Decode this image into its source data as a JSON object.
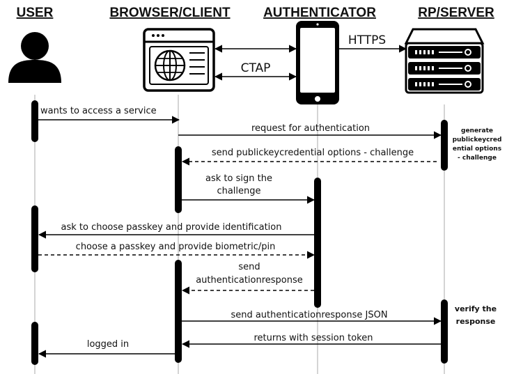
{
  "headers": {
    "user": "USER",
    "browser": "BROWSER/CLIENT",
    "authenticator": "AUTHENTICATOR",
    "server": "RP/SERVER"
  },
  "connections": {
    "https": "HTTPS",
    "ctap": "CTAP"
  },
  "messages": {
    "m1": "wants to access a service",
    "m2": "request for authentication",
    "m3": "send publickeycredential options - challenge",
    "m4_line1": "ask to sign the",
    "m4_line2": "challenge",
    "m5": "ask to choose passkey and provide identification",
    "m6": "choose a passkey and provide biometric/pin",
    "m7_line1": "send",
    "m7_line2": "authenticationresponse",
    "m8": "send authenticationresponse JSON",
    "m9": "returns with session token",
    "m10": "logged in"
  },
  "notes": {
    "generate_line1": "generate",
    "generate_line2": "publickeycred",
    "generate_line3": "ential options",
    "generate_line4": "- challenge",
    "verify_line1": "verify the",
    "verify_line2": "response"
  },
  "icons": {
    "user": "user-icon",
    "browser": "browser-window-globe-icon",
    "authenticator": "smartphone-icon",
    "server": "server-rack-icon"
  }
}
